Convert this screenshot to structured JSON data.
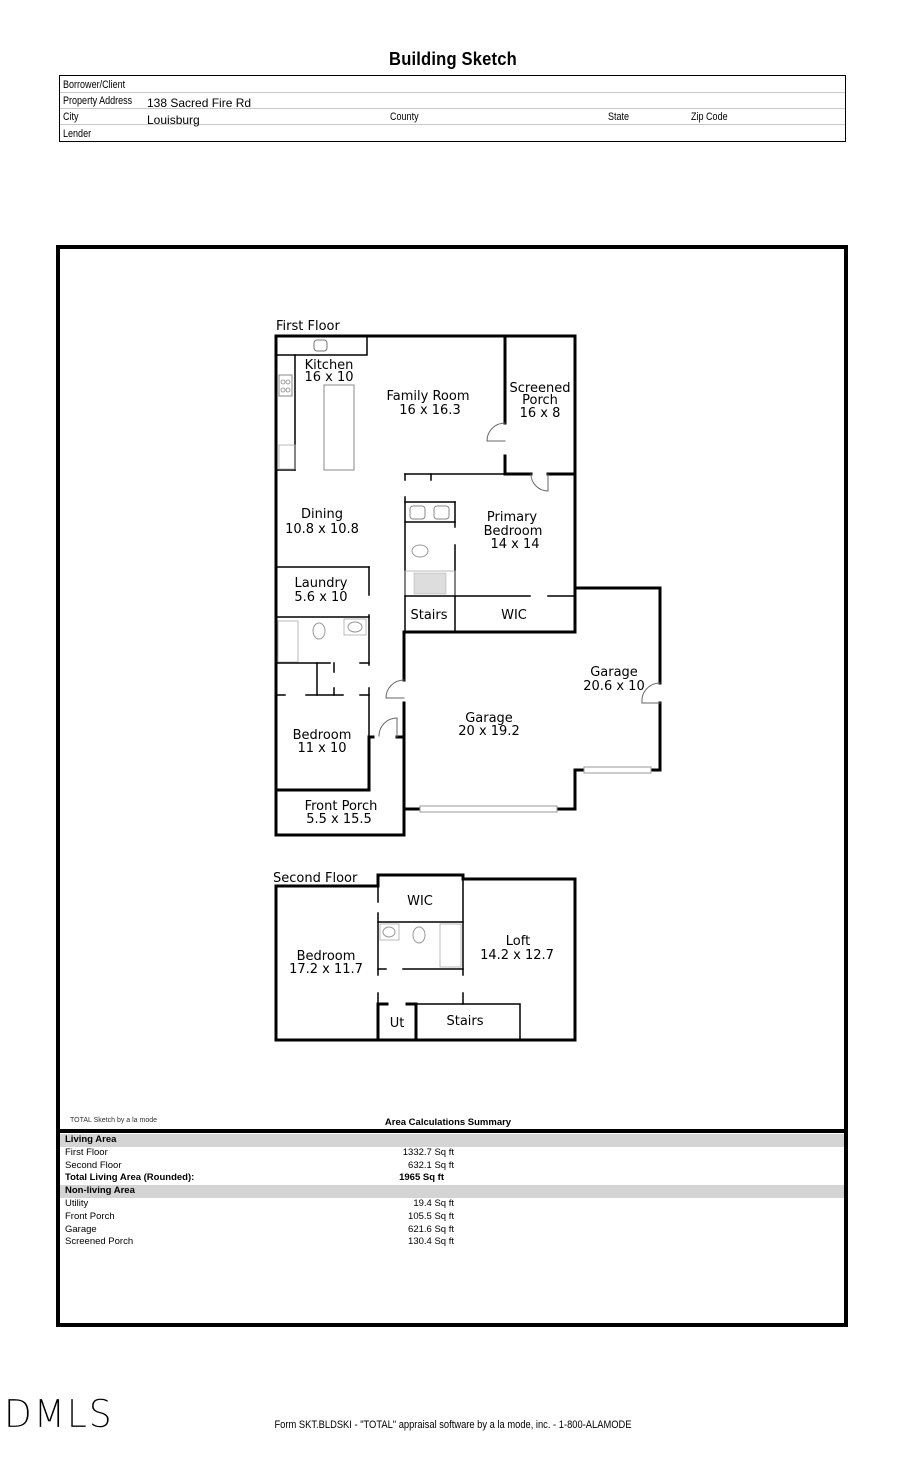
{
  "header": {
    "title": "Building Sketch"
  },
  "info": {
    "borrower_label": "Borrower/Client",
    "borrower_value": "",
    "address_label": "Property Address",
    "address_value": "138 Sacred Fire Rd",
    "city_label": "City",
    "city_value": "Louisburg",
    "county_label": "County",
    "state_label": "State",
    "zip_label": "Zip Code",
    "lender_label": "Lender"
  },
  "sketch": {
    "first_floor_label": "First Floor",
    "second_floor_label": "Second Floor",
    "rooms": {
      "kitchen": {
        "name": "Kitchen",
        "dims": "16 x 10"
      },
      "family_room": {
        "name": "Family Room",
        "dims": "16 x 16.3"
      },
      "screened_porch": {
        "name1": "Screened",
        "name2": "Porch",
        "dims": "16 x 8"
      },
      "dining": {
        "name": "Dining",
        "dims": "10.8 x 10.8"
      },
      "primary_bedroom": {
        "name1": "Primary",
        "name2": "Bedroom",
        "dims": "14 x 14"
      },
      "laundry": {
        "name": "Laundry",
        "dims": "5.6 x 10"
      },
      "stairs_1": {
        "name": "Stairs"
      },
      "wic_1": {
        "name": "WIC"
      },
      "garage_small": {
        "name": "Garage",
        "dims": "20.6 x 10"
      },
      "garage_main": {
        "name": "Garage",
        "dims": "20 x 19.2"
      },
      "bedroom_1": {
        "name": "Bedroom",
        "dims": "11 x 10"
      },
      "front_porch": {
        "name": "Front Porch",
        "dims": "5.5 x 15.5"
      },
      "wic_2": {
        "name": "WIC"
      },
      "bedroom_2": {
        "name": "Bedroom",
        "dims": "17.2 x 11.7"
      },
      "loft": {
        "name": "Loft",
        "dims": "14.2 x 12.7"
      },
      "utility": {
        "name": "Ut"
      },
      "stairs_2": {
        "name": "Stairs"
      }
    }
  },
  "summary": {
    "credit": "TOTAL Sketch by a la mode",
    "title": "Area Calculations Summary",
    "living_header": "Living Area",
    "living": [
      {
        "name": "First Floor",
        "area": "1332.7 Sq ft"
      },
      {
        "name": "Second Floor",
        "area": "632.1 Sq ft"
      }
    ],
    "total_label": "Total Living Area (Rounded):",
    "total_value": "1965 Sq ft",
    "nonliving_header": "Non-living Area",
    "nonliving": [
      {
        "name": "Utility",
        "area": "19.4 Sq ft"
      },
      {
        "name": "Front Porch",
        "area": "105.5 Sq ft"
      },
      {
        "name": "Garage",
        "area": "621.6 Sq ft"
      },
      {
        "name": "Screened Porch",
        "area": "130.4 Sq ft"
      }
    ]
  },
  "watermark": "DMLS",
  "footer": "Form SKT.BLDSKI - \"TOTAL\" appraisal software by a la mode, inc. - 1-800-ALAMODE"
}
